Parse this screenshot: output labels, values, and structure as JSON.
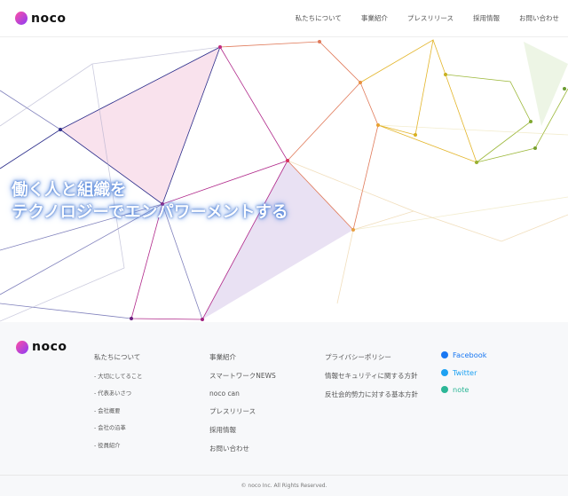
{
  "header": {
    "logo": "noco",
    "nav": [
      "私たちについて",
      "事業紹介",
      "プレスリリース",
      "採用情報",
      "お問い合わせ"
    ]
  },
  "hero": {
    "headline_line1": "働く人と組織を",
    "headline_line2": "テクノロジーでエンパワーメントする"
  },
  "footer": {
    "logo": "noco",
    "about": {
      "title": "私たちについて",
      "items": [
        "- 大切にしてること",
        "- 代表あいさつ",
        "- 会社概要",
        "- 会社の沿革",
        "- 役員紹介"
      ]
    },
    "business": [
      "事業紹介",
      "スマートワークNEWS",
      "noco can",
      "プレスリリース",
      "採用情報",
      "お問い合わせ"
    ],
    "policies": [
      "プライバシーポリシー",
      "情報セキュリティに関する方針",
      "反社会的勢力に対する基本方針"
    ],
    "social": [
      {
        "label": "Facebook",
        "color": "#1877f2"
      },
      {
        "label": "Twitter",
        "color": "#1da1f2"
      },
      {
        "label": "note",
        "color": "#2cb696"
      }
    ],
    "copyright": "© noco Inc. All Rights Reserved."
  }
}
